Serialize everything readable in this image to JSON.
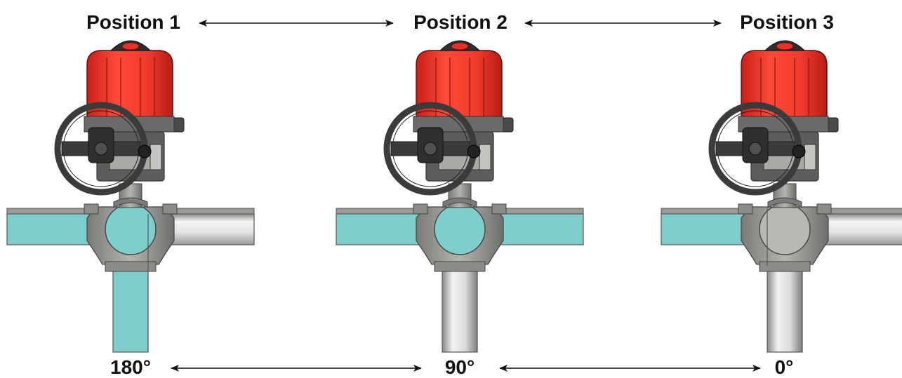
{
  "positions": [
    {
      "label": "Position 1",
      "angle": "180°",
      "flow": "left-to-down"
    },
    {
      "label": "Position 2",
      "angle": "90°",
      "flow": "left-to-right"
    },
    {
      "label": "Position 3",
      "angle": "0°",
      "flow": "left-blocked"
    }
  ],
  "colors": {
    "fluid": "#7ecfcc",
    "actuator_red": "#e63228",
    "handwheel": "#3b3b3b",
    "metal": "#b9b9b4",
    "arrow": "#111111"
  }
}
